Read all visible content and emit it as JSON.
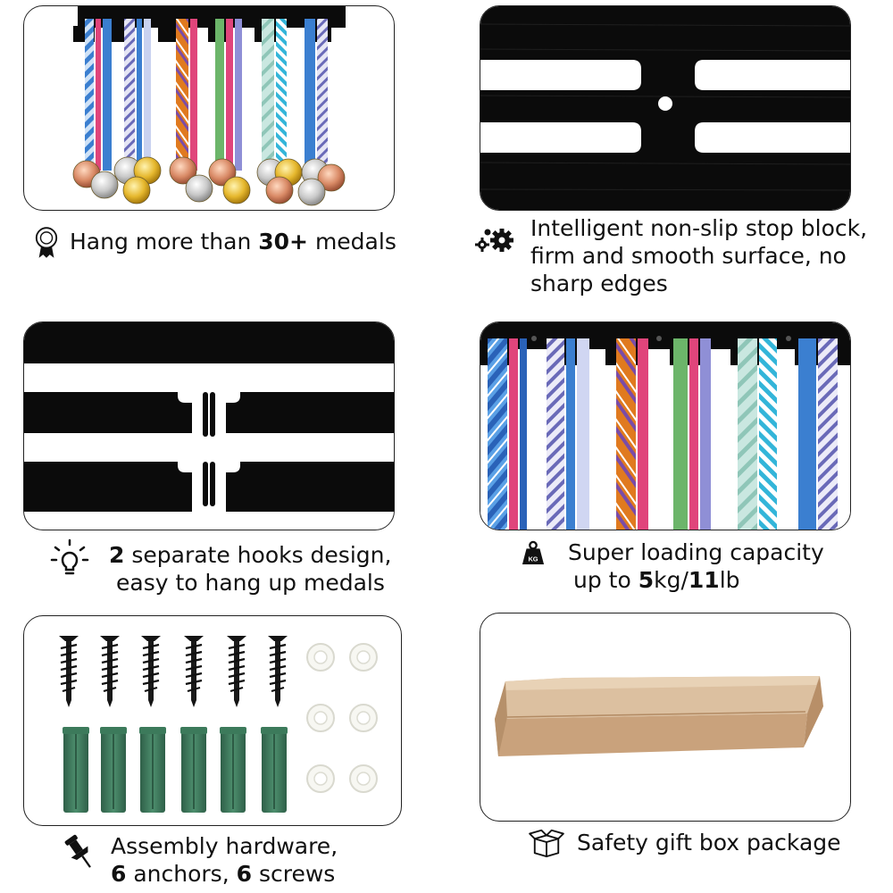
{
  "features": [
    {
      "icon": "medal-ribbon-icon",
      "lines": [
        {
          "parts": [
            {
              "text": "Hang more than ",
              "bold": false
            },
            {
              "text": "30+",
              "bold": true
            },
            {
              "text": " medals",
              "bold": false
            }
          ]
        }
      ]
    },
    {
      "icon": "gears-icon",
      "lines": [
        {
          "parts": [
            {
              "text": "Intelligent non-slip stop block,",
              "bold": false
            }
          ]
        },
        {
          "parts": [
            {
              "text": "firm and smooth surface, no",
              "bold": false
            }
          ]
        },
        {
          "parts": [
            {
              "text": "sharp edges",
              "bold": false
            }
          ]
        }
      ]
    },
    {
      "icon": "lightbulb-icon",
      "lines": [
        {
          "parts": [
            {
              "text": "2",
              "bold": true
            },
            {
              "text": " separate hooks design,",
              "bold": false
            }
          ]
        },
        {
          "parts": [
            {
              "text": "easy to hang up medals",
              "bold": false
            }
          ]
        }
      ]
    },
    {
      "icon": "weight-kg-icon",
      "icon_text": "KG",
      "lines": [
        {
          "parts": [
            {
              "text": "Super loading capacity",
              "bold": false
            }
          ]
        },
        {
          "parts": [
            {
              "text": "up to ",
              "bold": false
            },
            {
              "text": "5",
              "bold": true
            },
            {
              "text": "kg/",
              "bold": false
            },
            {
              "text": "11",
              "bold": true
            },
            {
              "text": "lb",
              "bold": false
            }
          ]
        }
      ]
    },
    {
      "icon": "pushpin-icon",
      "lines": [
        {
          "parts": [
            {
              "text": "Assembly hardware,",
              "bold": false
            }
          ]
        },
        {
          "parts": [
            {
              "text": "6",
              "bold": true
            },
            {
              "text": " anchors, ",
              "bold": false
            },
            {
              "text": "6",
              "bold": true
            },
            {
              "text": " screws",
              "bold": false
            }
          ]
        }
      ]
    },
    {
      "icon": "open-box-icon",
      "lines": [
        {
          "parts": [
            {
              "text": "Safety gift box package",
              "bold": false
            }
          ]
        }
      ]
    }
  ],
  "colors": {
    "rack": "#0b0b0b",
    "ribbon_blue": "#3b7fd0",
    "ribbon_pink": "#e0457b",
    "ribbon_orange": "#e07a1f",
    "ribbon_green": "#6cb56a",
    "ribbon_teal": "#a8d5cc",
    "anchor_green": "#3f7a5d",
    "box_tan": "#d8b896"
  }
}
